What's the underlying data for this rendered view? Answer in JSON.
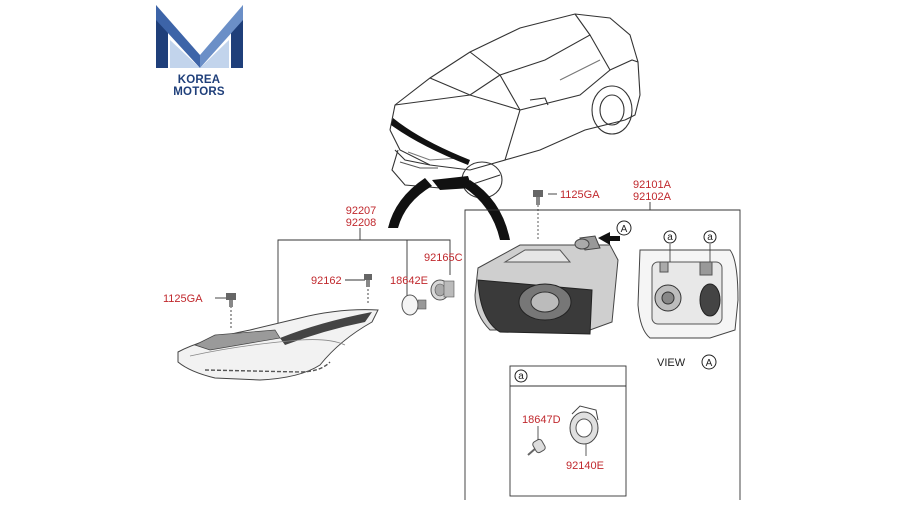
{
  "brand": {
    "name": "KOREA MOTORS",
    "colors": {
      "dark_blue": "#1f3f7a",
      "light_blue": "#6b8fc7",
      "part_number_red": "#c0282d"
    }
  },
  "part_numbers": {
    "drl_assembly_pair": [
      "92207",
      "92208"
    ],
    "headlamp_assembly_pair": [
      "92101A",
      "92102A"
    ],
    "bolt_left": "1125GA",
    "bolt_top": "1125GA",
    "screw": "92162",
    "bulb": "18642E",
    "socket": "92165C",
    "detail_bulb": "18647D",
    "detail_socket": "92140E"
  },
  "view": {
    "label": "VIEW",
    "marker": "A"
  },
  "detail_marker": "a"
}
